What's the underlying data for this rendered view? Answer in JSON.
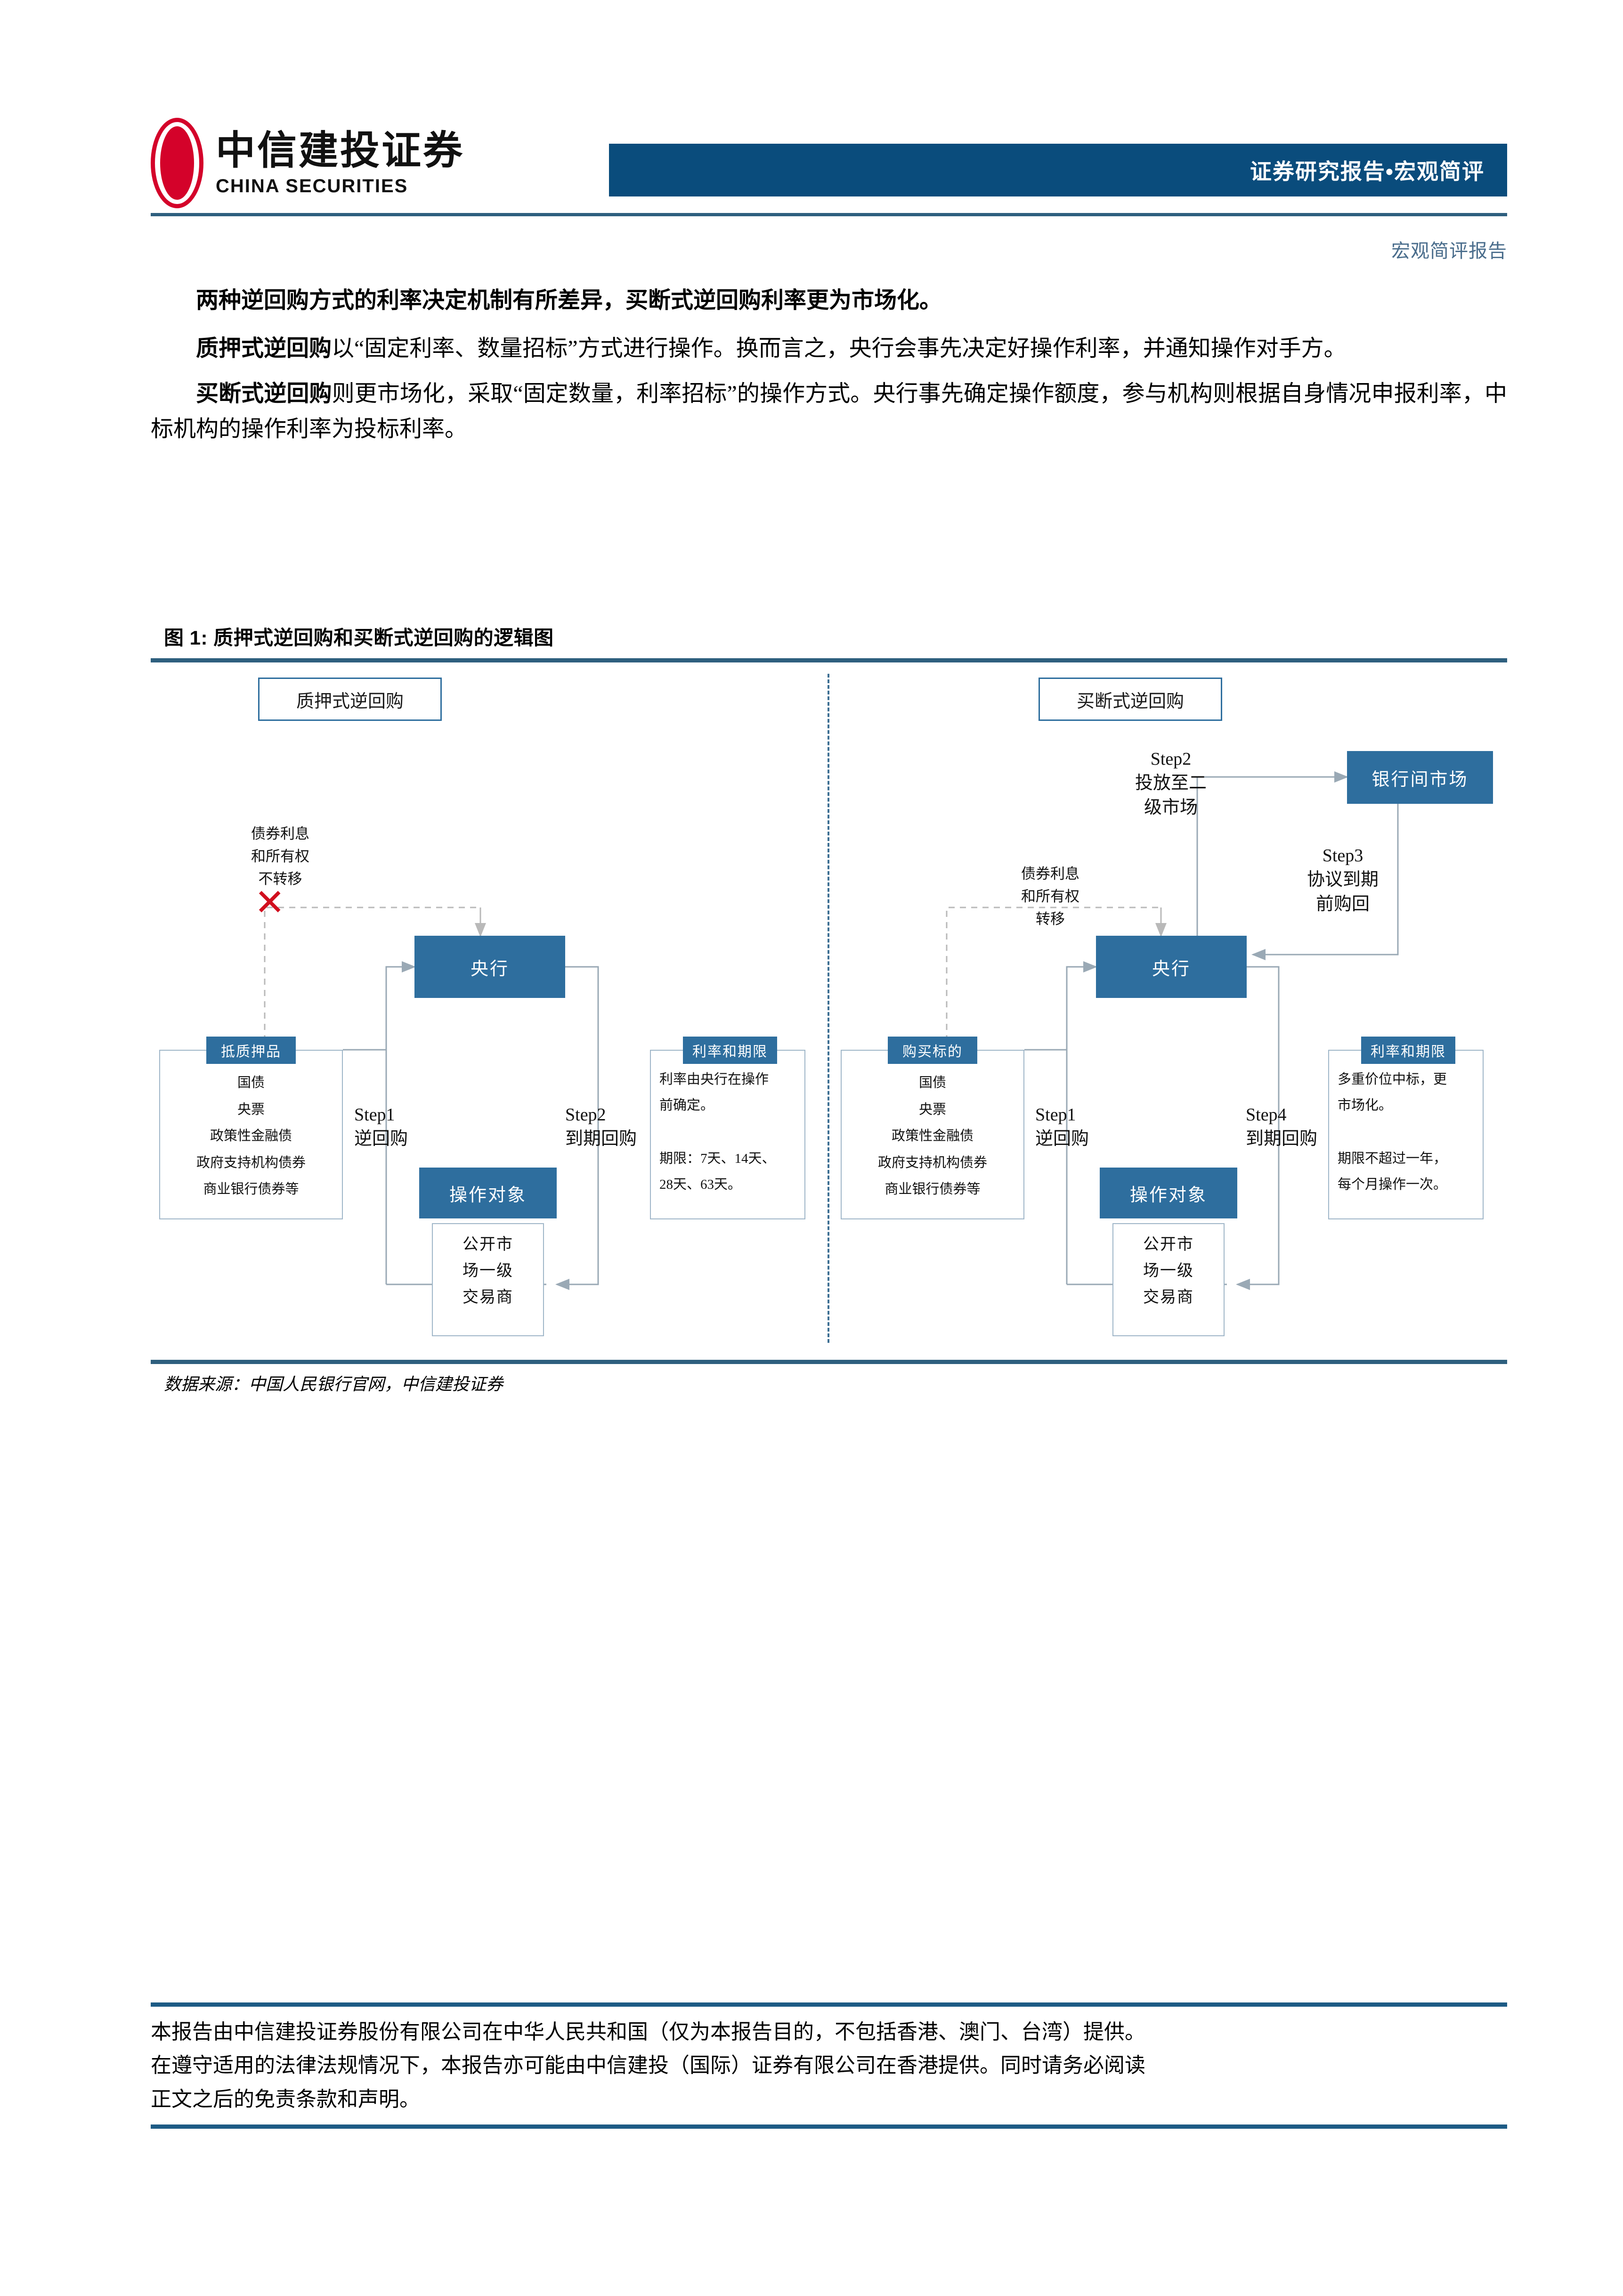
{
  "header": {
    "logo_cn": "中信建投证券",
    "logo_en": "CHINA SECURITIES",
    "banner_title": "证券研究报告•宏观简评",
    "report_kind": "宏观简评报告",
    "brand_red": "#d4022a",
    "banner_blue": "#0a4c7c"
  },
  "body": {
    "p1": "两种逆回购方式的利率决定机制有所差异，买断式逆回购利率更为市场化。",
    "p2_lead": "质押式逆回购",
    "p2_rest": "以“固定利率、数量招标”方式进行操作。换而言之，央行会事先决定好操作利率，并通知操作对手方。",
    "p3_lead": "买断式逆回购",
    "p3_rest": "则更市场化，采取“固定数量，利率招标”的操作方式。央行事先确定操作额度，参与机构则根据自身情况申报利率，中标机构的操作利率为投标利率。"
  },
  "figure": {
    "caption": "图 1: 质押式逆回购和买断式逆回购的逻辑图",
    "source": "数据来源：中国人民银行官网，中信建投证券",
    "accent_blue": "#2e6e9e",
    "rule_blue": "#2e5f7e",
    "left_panel": {
      "title": "质押式逆回购",
      "flow_note": [
        "债券利息",
        "和所有权",
        "不转移"
      ],
      "x_mark": "✕",
      "central_bank": "央行",
      "collateral": {
        "header": "抵质押品",
        "items": [
          "国债",
          "央票",
          "政策性金融债",
          "政府支持机构债券",
          "商业银行债券等"
        ]
      },
      "rate_term": {
        "header": "利率和期限",
        "line1": "利率由央行在操作",
        "line2": "前确定。",
        "line3": "期限：7天、14天、",
        "line4": "28天、63天。"
      },
      "step1": {
        "num": "Step1",
        "label": "逆回购"
      },
      "step2": {
        "num": "Step2",
        "label": "到期回购"
      },
      "counterparty": {
        "header": "操作对象",
        "lines": [
          "公开市",
          "场一级",
          "交易商"
        ]
      }
    },
    "right_panel": {
      "title": "买断式逆回购",
      "flow_note": [
        "债券利息",
        "和所有权",
        "转移"
      ],
      "central_bank": "央行",
      "interbank_market": "银行间市场",
      "purchase_target": {
        "header": "购买标的",
        "items": [
          "国债",
          "央票",
          "政策性金融债",
          "政府支持机构债券",
          "商业银行债券等"
        ]
      },
      "rate_term": {
        "header": "利率和期限",
        "line1": "多重价位中标，更",
        "line2": "市场化。",
        "line3": "期限不超过一年，",
        "line4": "每个月操作一次。"
      },
      "step1": {
        "num": "Step1",
        "label": "逆回购"
      },
      "step2": {
        "num": "Step2",
        "label_a": "投放至二",
        "label_b": "级市场"
      },
      "step3": {
        "num": "Step3",
        "label_a": "协议到期",
        "label_b": "前购回"
      },
      "step4": {
        "num": "Step4",
        "label": "到期回购"
      },
      "counterparty": {
        "header": "操作对象",
        "lines": [
          "公开市",
          "场一级",
          "交易商"
        ]
      }
    }
  },
  "footer": {
    "line1": "本报告由中信建投证券股份有限公司在中华人民共和国（仅为本报告目的，不包括香港、澳门、台湾）提供。",
    "line2": "在遵守适用的法律法规情况下，本报告亦可能由中信建投（国际）证券有限公司在香港提供。同时请务必阅读",
    "line3": "正文之后的免责条款和声明。"
  }
}
